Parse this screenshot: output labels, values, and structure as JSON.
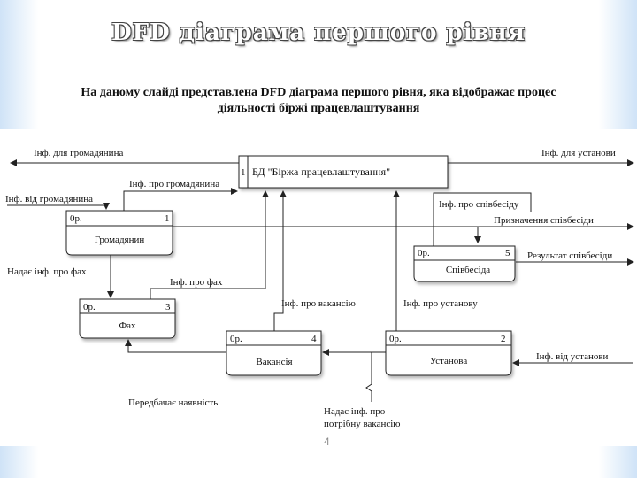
{
  "title": "DFD діаграма першого рівня",
  "subtitle_line1": "На даному слайді представлена DFD діаграма першого рівня, яка відображає процес",
  "subtitle_line2": "діяльності біржі працевлаштування",
  "datastore": {
    "num": "1",
    "name": "БД \"Біржа працевлаштування\""
  },
  "processes": [
    {
      "id": "0р.",
      "num": "1",
      "name": "Громадянин"
    },
    {
      "id": "0р.",
      "num": "3",
      "name": "Фах"
    },
    {
      "id": "0р.",
      "num": "4",
      "name": "Вакансія"
    },
    {
      "id": "0р.",
      "num": "2",
      "name": "Установа"
    },
    {
      "id": "0р.",
      "num": "5",
      "name": "Співбесіда"
    }
  ],
  "flows": {
    "inf_for_citizen": "Інф. для громадянина",
    "inf_for_institution": "Інф. для установи",
    "inf_about_citizen": "Інф. про громадянина",
    "inf_from_citizen": "Інф. від громадянина",
    "inf_about_interview": "Інф. про співбесіду",
    "interview_appointment": "Призначення співбесіди",
    "interview_result": "Результат співбесіди",
    "provides_profession": "Надає інф. про фах",
    "inf_about_profession": "Інф. про фах",
    "inf_about_vacancy": "Інф. про вакансію",
    "inf_about_institution": "Інф. про установу",
    "inf_from_institution": "Інф. від установи",
    "requires_presence": "Передбачає наявність",
    "provides_vacancy_1": "Надає інф. про",
    "provides_vacancy_2": "потрібну вакансію"
  },
  "page_number": "4"
}
